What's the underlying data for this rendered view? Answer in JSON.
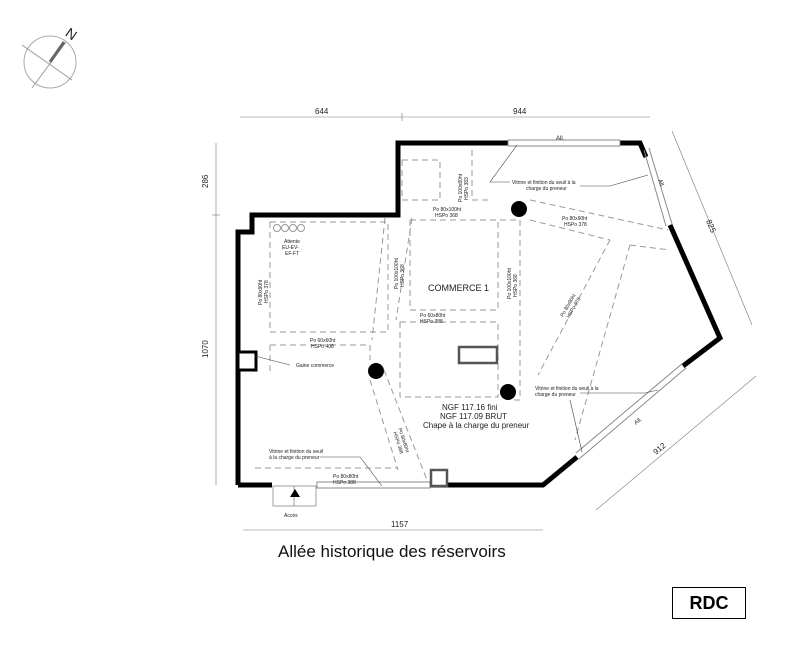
{
  "compass": {
    "label": "N",
    "icon": "north-arrow-icon"
  },
  "dimensions": {
    "top_left": "644",
    "top_right": "944",
    "left_top": "286",
    "left_main": "1070",
    "right_top": "825",
    "right_bottom": "912",
    "bottom": "1157"
  },
  "room": {
    "name": "COMMERCE 1",
    "floor_finish": "NGF 117.16  fini",
    "floor_raw": "NGF 117.09 BRUT",
    "screed_note": "Chape à la charge du preneur"
  },
  "labels": {
    "attente": [
      "Attente",
      "EU-EV-",
      "EF-FT"
    ],
    "gaine": "Gaine commerce",
    "acces": "Accès",
    "all_top": "All.",
    "all_right": "All.",
    "all_diag": "All.",
    "vitrine_top": [
      "Vitrine et finition du seuil à la",
      "charge du preneur"
    ],
    "vitrine_right": [
      "Vitrine et finition du seuil à la",
      "charge du preneur"
    ],
    "vitrine_bottom": [
      "Vitrine et finition du seuil",
      "à la charge du preneur"
    ]
  },
  "beams": [
    [
      "Po 100x80ht",
      "HSPo 383"
    ],
    [
      "Po 80x100ht",
      "HSPo 368"
    ],
    [
      "Po 80x90ht",
      "HSPo 378"
    ],
    [
      "Po 80x90ht",
      "HSPo 378"
    ],
    [
      "Po 100x100ht",
      "HSPo 368"
    ],
    [
      "Po 100x100ht",
      "HSPo 368"
    ],
    [
      "Po 60x80ht",
      "HSPo 388"
    ],
    [
      "Po 60x60ht",
      "HSPo 408"
    ],
    [
      "Po 80x90ht",
      "HSPo 378"
    ],
    [
      "Po 80x80ht",
      "HSPo 388"
    ],
    [
      "Po 80x80ht",
      "HSPo 388"
    ]
  ],
  "street_name": "Allée historique des réservoirs",
  "level": "RDC"
}
